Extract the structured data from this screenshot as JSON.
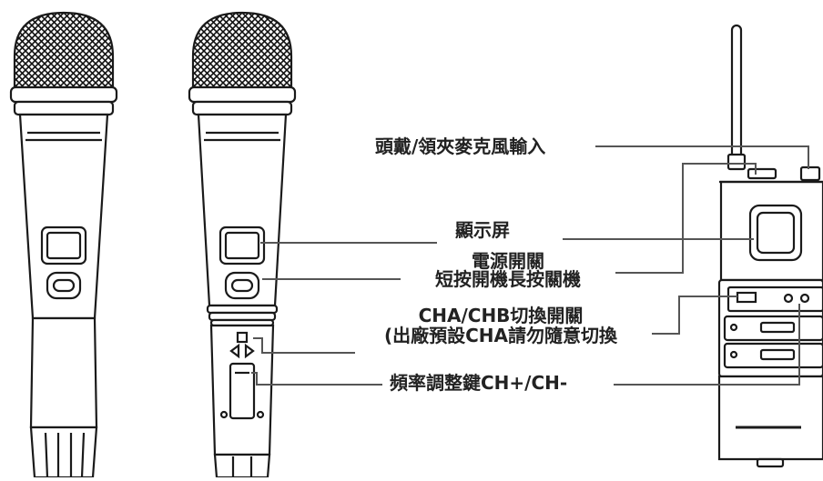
{
  "labels": {
    "headset_input": "頭戴/領夾麥克風輸入",
    "display": "顯示屏",
    "power_line1": "電源開關",
    "power_line2": "短按開機長按關機",
    "cha_line1": "CHA/CHB切換開關",
    "cha_line2": "(出廠預設CHA請勿隨意切換",
    "freq": "頻率調整鍵CH+/CH-"
  },
  "illustrations": {
    "left_microphone": "handheld-microphone-front",
    "middle_microphone": "handheld-microphone-with-open-battery-compartment",
    "right_device": "bodypack-transmitter-open"
  },
  "colors": {
    "line": "#1a1a1a",
    "leader": "#555555",
    "text": "#222222"
  }
}
